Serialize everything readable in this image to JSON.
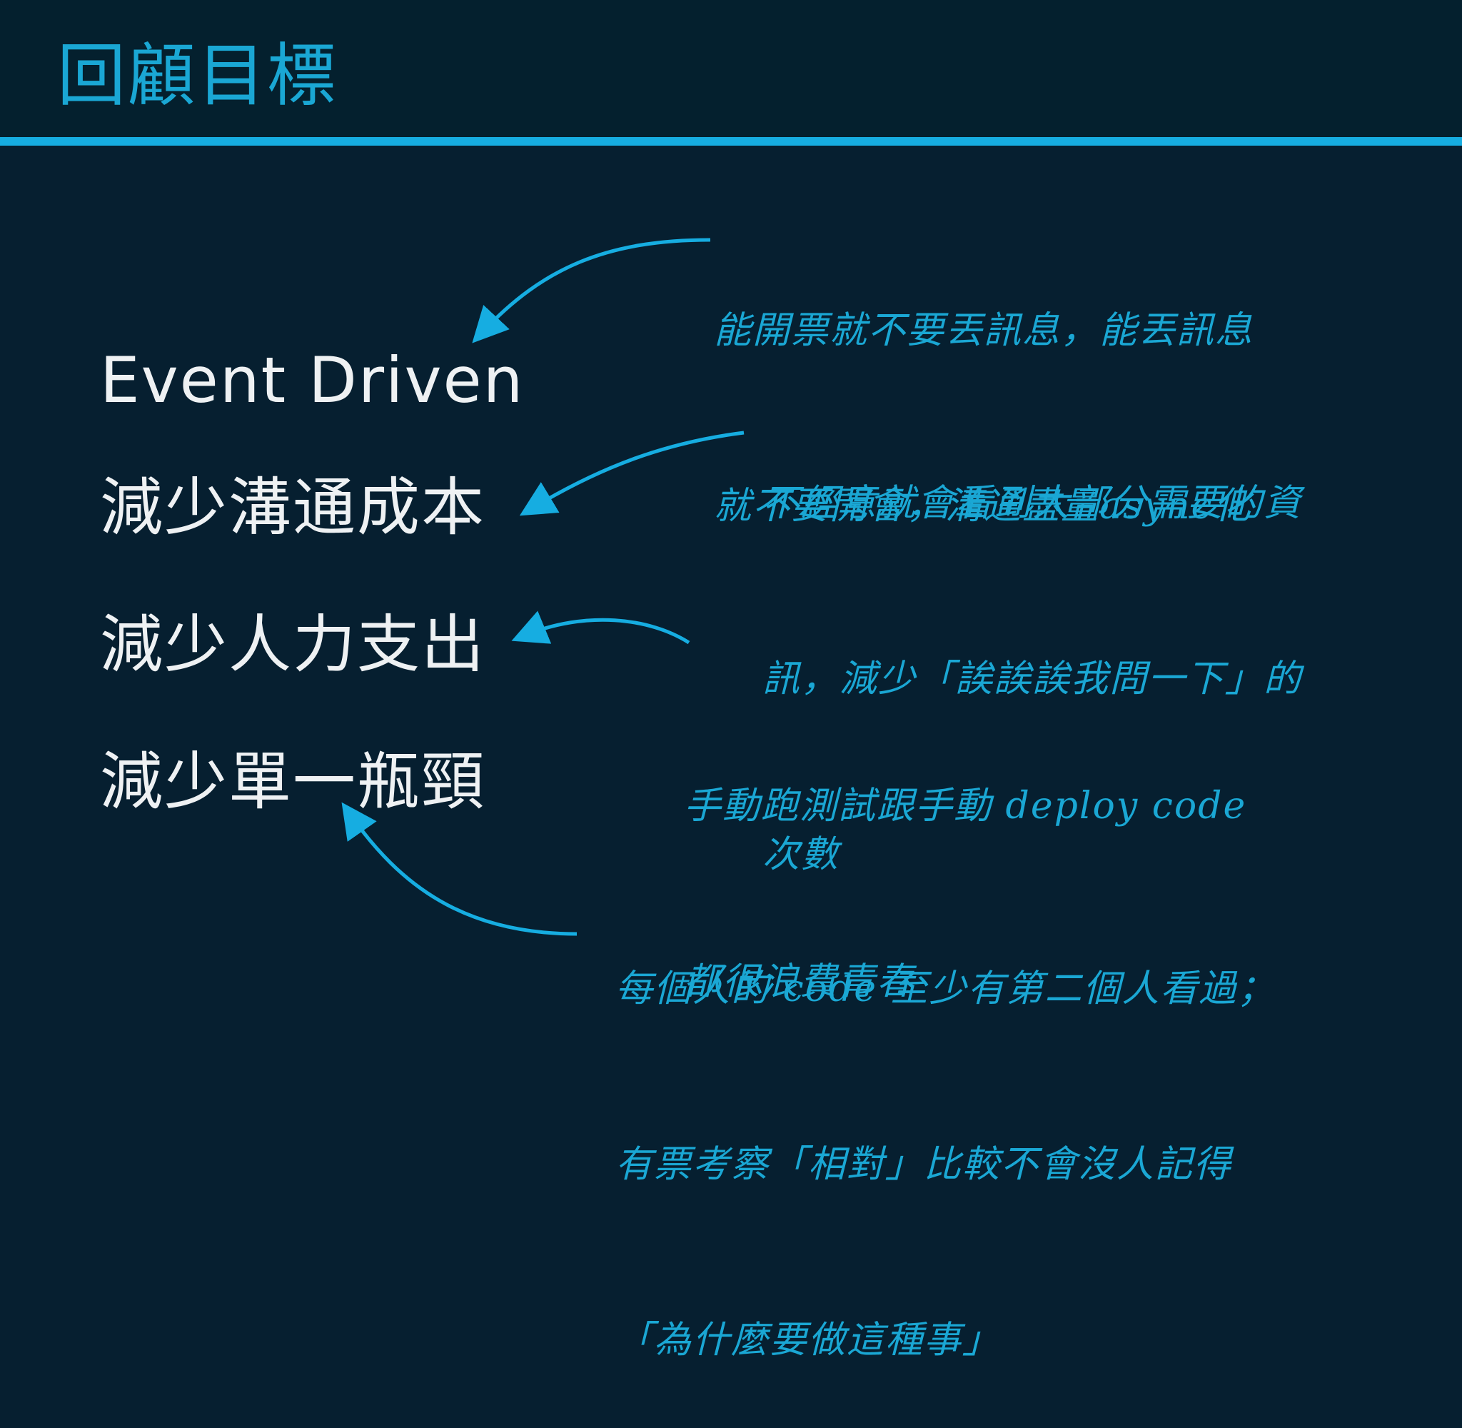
{
  "slide": {
    "title": "回顧目標"
  },
  "goals": [
    "Event Driven",
    "減少溝通成本",
    "減少人力支出",
    "減少單一瓶頸"
  ],
  "notes": [
    {
      "lines": [
        "能開票就不要丟訊息，能丟訊息",
        "就不要開會，溝通盡量async化"
      ]
    },
    {
      "lines": [
        "不經意就會看到大部分需要的資",
        "訊，減少「誒誒誒我問一下」的",
        "次數"
      ]
    },
    {
      "lines": [
        "手動跑測試跟手動 deploy code",
        "都很浪費青春"
      ]
    },
    {
      "lines": [
        "每個人的 code 至少有第二個人看過；",
        "有票考察「相對」比較不會沒人記得",
        "「為什麼要做這種事」"
      ]
    }
  ],
  "colors": {
    "background": "#061f30",
    "accent": "#16ade1",
    "text": "#eef1f3"
  }
}
